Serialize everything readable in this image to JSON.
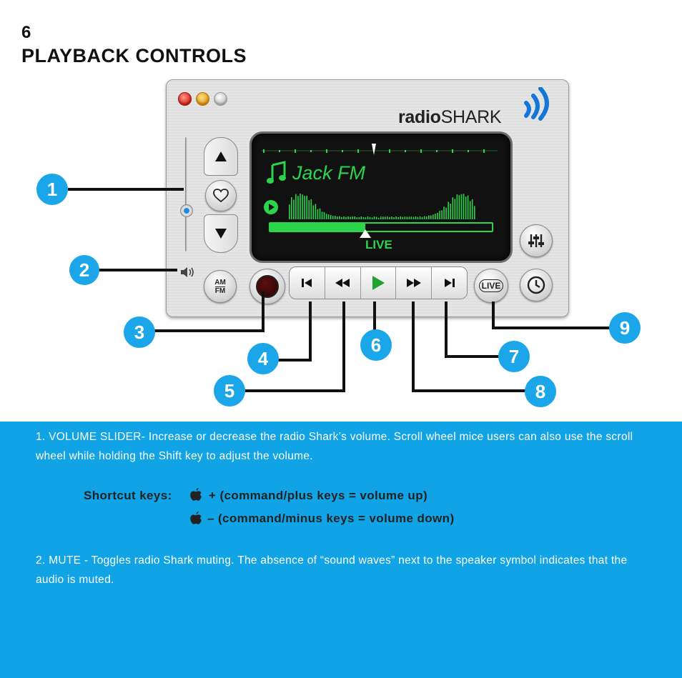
{
  "header": {
    "page_number": "6",
    "title": "PLAYBACK CONTROLS"
  },
  "app": {
    "brand_prefix": "radio",
    "brand_suffix": "SHARK",
    "station_name": "Jack FM",
    "live_indicator": "LIVE",
    "am_fm_top": "AM",
    "am_fm_bottom": "FM",
    "live_button_label": "LIVE",
    "volume_level": 0.35,
    "playback_position": 0.43,
    "transport_buttons": [
      {
        "name": "skip-back-button",
        "icon": "skip-back-icon"
      },
      {
        "name": "rewind-button",
        "icon": "rewind-icon"
      },
      {
        "name": "play-button",
        "icon": "play-icon"
      },
      {
        "name": "fast-forward-button",
        "icon": "fast-forward-icon"
      },
      {
        "name": "skip-forward-button",
        "icon": "skip-forward-icon"
      }
    ],
    "colors": {
      "accent_green": "#2bd44a",
      "callout_blue": "#1aa6e8",
      "panel_blue": "#10a3e6"
    }
  },
  "callouts": [
    "1",
    "2",
    "3",
    "4",
    "5",
    "6",
    "7",
    "8",
    "9"
  ],
  "info": {
    "volume_desc": "1. VOLUME SLIDER- Increase or decrease the radio Shark’s volume. Scroll wheel mice users can also use the scroll wheel while holding the Shift key to adjust the volume.",
    "shortcut_label": "Shortcut keys:",
    "shortcut_up": "+ (command/plus keys = volume up)",
    "shortcut_down": "– (command/minus keys = volume down)",
    "mute_desc": "2. MUTE - Toggles radio Shark muting. The absence of “sound waves” next to the speaker symbol indicates that the audio is muted."
  }
}
